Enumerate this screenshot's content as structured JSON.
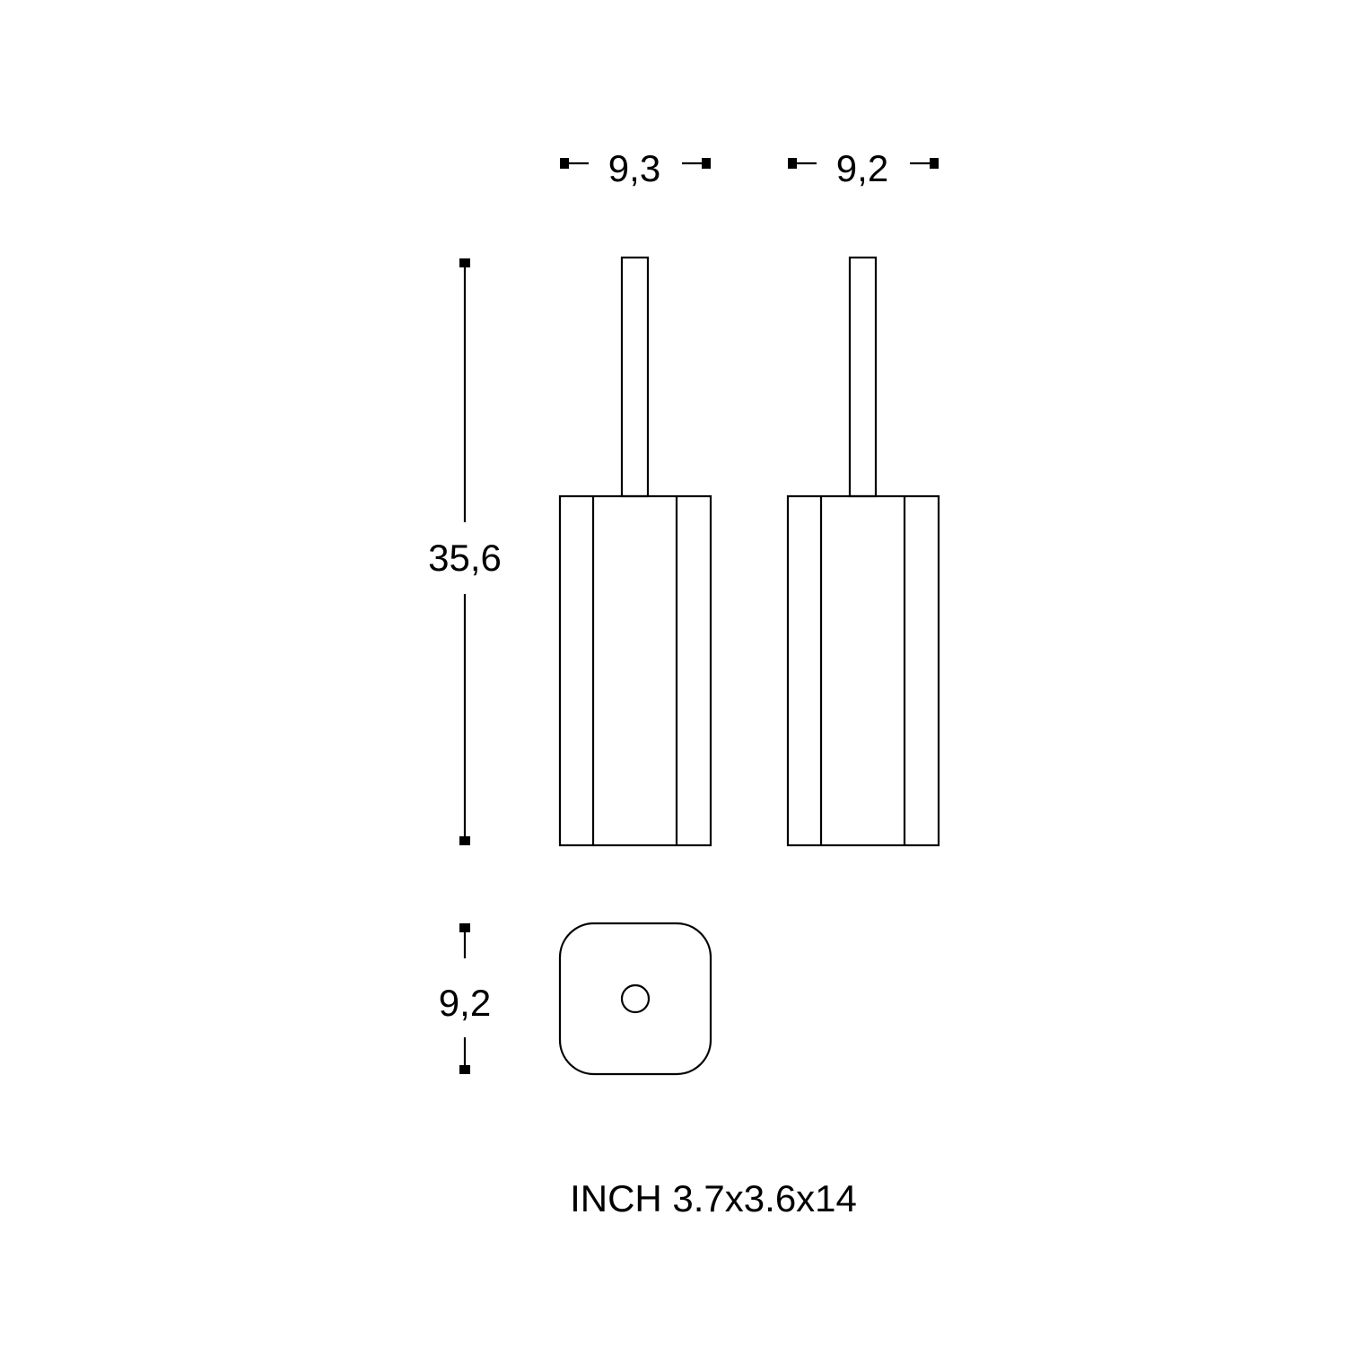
{
  "dimensions": {
    "front_width": "9,3",
    "side_width": "9,2",
    "height": "35,6",
    "base_depth": "9,2"
  },
  "footer": {
    "inch_label": "INCH 3.7x3.6x14"
  },
  "colors": {
    "line": "#000000",
    "background": "#ffffff"
  }
}
